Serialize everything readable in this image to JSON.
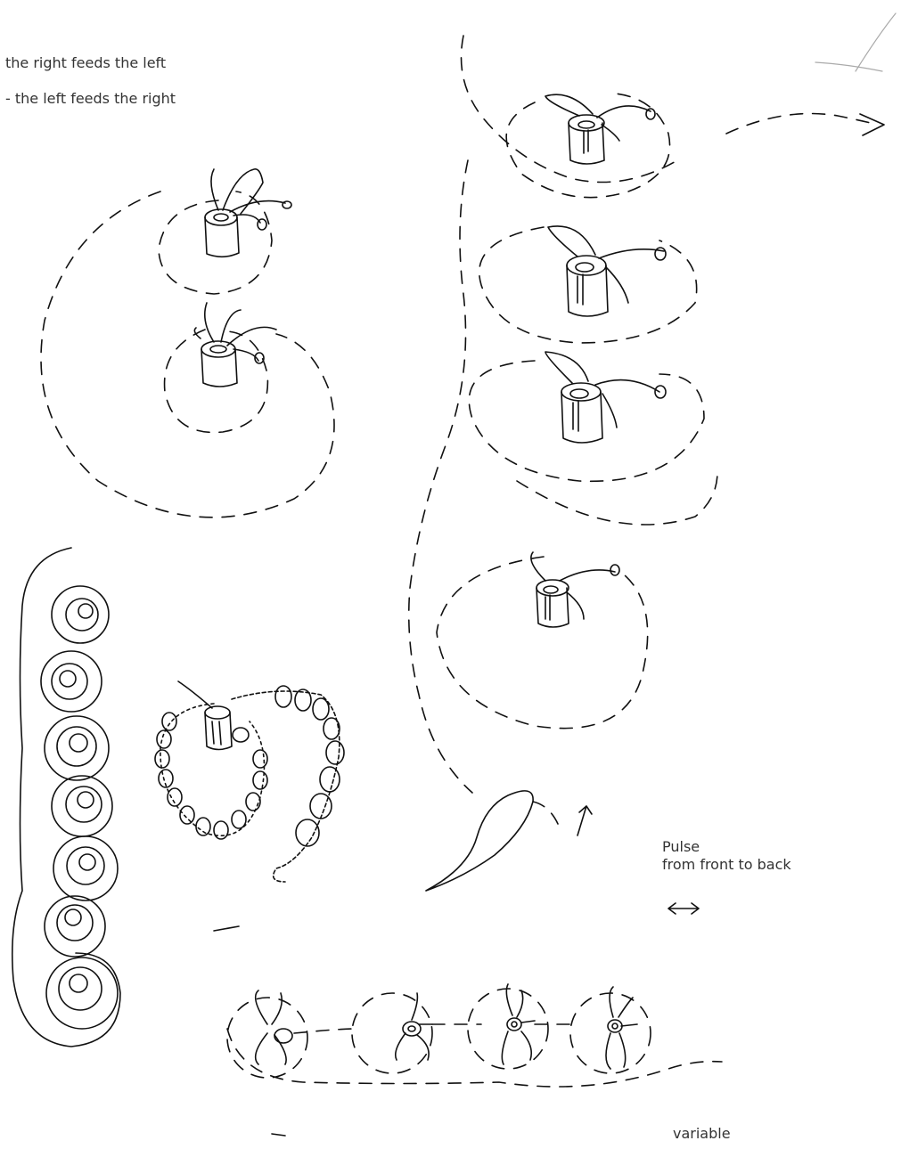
{
  "notes": {
    "right_feeds_left": "the right feeds the left",
    "left_feeds_right": "- the left feeds the right",
    "pulse": "Pulse",
    "pulse_direction": "from front to back",
    "variable": "variable"
  },
  "ink_color": "#111111",
  "text_color": "#333333"
}
